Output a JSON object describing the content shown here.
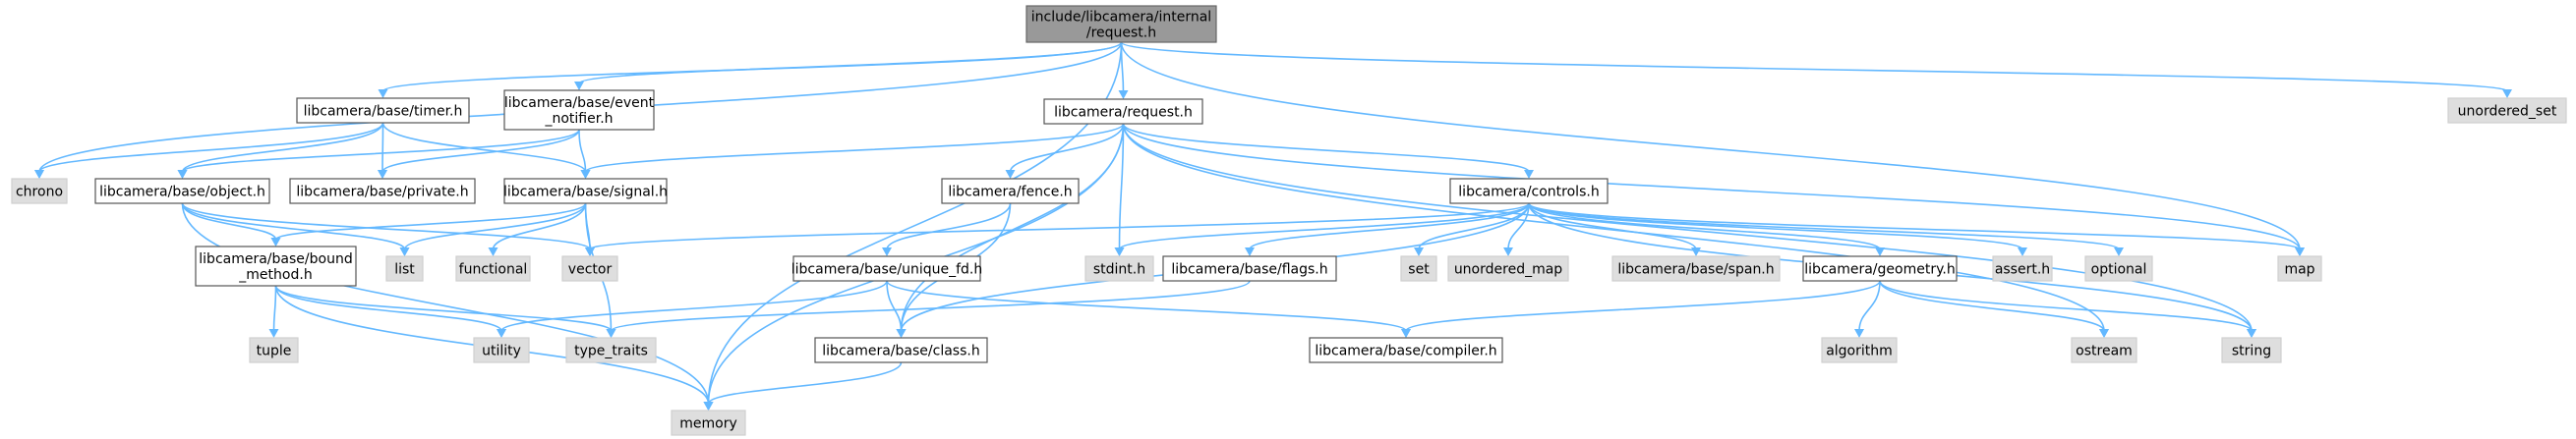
{
  "colors": {
    "edge": "#63b8ff",
    "root_fill": "#999999",
    "local_fill": "#ffffff",
    "system_fill": "#dedede"
  },
  "nodes": [
    {
      "id": "request_internal",
      "kind": "root",
      "lines": [
        "include/libcamera/internal",
        "/request.h"
      ]
    },
    {
      "id": "timer",
      "kind": "local",
      "lines": [
        "libcamera/base/timer.h"
      ]
    },
    {
      "id": "event_notifier",
      "kind": "local",
      "lines": [
        "libcamera/base/event",
        "_notifier.h"
      ]
    },
    {
      "id": "request",
      "kind": "local",
      "lines": [
        "libcamera/request.h"
      ]
    },
    {
      "id": "unordered_set",
      "kind": "system",
      "lines": [
        "unordered_set"
      ]
    },
    {
      "id": "chrono",
      "kind": "system",
      "lines": [
        "chrono"
      ]
    },
    {
      "id": "object",
      "kind": "local",
      "lines": [
        "libcamera/base/object.h"
      ]
    },
    {
      "id": "private",
      "kind": "local",
      "lines": [
        "libcamera/base/private.h"
      ]
    },
    {
      "id": "signal",
      "kind": "local",
      "lines": [
        "libcamera/base/signal.h"
      ]
    },
    {
      "id": "fence",
      "kind": "local",
      "lines": [
        "libcamera/fence.h"
      ]
    },
    {
      "id": "controls",
      "kind": "local",
      "lines": [
        "libcamera/controls.h"
      ]
    },
    {
      "id": "list",
      "kind": "system",
      "lines": [
        "list"
      ]
    },
    {
      "id": "functional",
      "kind": "system",
      "lines": [
        "functional"
      ]
    },
    {
      "id": "vector",
      "kind": "system",
      "lines": [
        "vector"
      ]
    },
    {
      "id": "bound_method",
      "kind": "local",
      "lines": [
        "libcamera/base/bound",
        "_method.h"
      ]
    },
    {
      "id": "unique_fd",
      "kind": "local",
      "lines": [
        "libcamera/base/unique_fd.h"
      ]
    },
    {
      "id": "stdint",
      "kind": "system",
      "lines": [
        "stdint.h"
      ]
    },
    {
      "id": "flags",
      "kind": "local",
      "lines": [
        "libcamera/base/flags.h"
      ]
    },
    {
      "id": "set",
      "kind": "system",
      "lines": [
        "set"
      ]
    },
    {
      "id": "unordered_map",
      "kind": "system",
      "lines": [
        "unordered_map"
      ]
    },
    {
      "id": "span",
      "kind": "system",
      "lines": [
        "libcamera/base/span.h"
      ]
    },
    {
      "id": "geometry",
      "kind": "local",
      "lines": [
        "libcamera/geometry.h"
      ]
    },
    {
      "id": "assert",
      "kind": "system",
      "lines": [
        "assert.h"
      ]
    },
    {
      "id": "optional",
      "kind": "system",
      "lines": [
        "optional"
      ]
    },
    {
      "id": "map",
      "kind": "system",
      "lines": [
        "map"
      ]
    },
    {
      "id": "tuple",
      "kind": "system",
      "lines": [
        "tuple"
      ]
    },
    {
      "id": "utility",
      "kind": "system",
      "lines": [
        "utility"
      ]
    },
    {
      "id": "type_traits",
      "kind": "system",
      "lines": [
        "type_traits"
      ]
    },
    {
      "id": "class",
      "kind": "local",
      "lines": [
        "libcamera/base/class.h"
      ]
    },
    {
      "id": "compiler",
      "kind": "local",
      "lines": [
        "libcamera/base/compiler.h"
      ]
    },
    {
      "id": "algorithm",
      "kind": "system",
      "lines": [
        "algorithm"
      ]
    },
    {
      "id": "ostream",
      "kind": "system",
      "lines": [
        "ostream"
      ]
    },
    {
      "id": "string",
      "kind": "system",
      "lines": [
        "string"
      ]
    },
    {
      "id": "memory",
      "kind": "system",
      "lines": [
        "memory"
      ]
    }
  ],
  "edges": [
    [
      "request_internal",
      "chrono"
    ],
    [
      "request_internal",
      "timer"
    ],
    [
      "request_internal",
      "event_notifier"
    ],
    [
      "request_internal",
      "request"
    ],
    [
      "request_internal",
      "map"
    ],
    [
      "request_internal",
      "memory"
    ],
    [
      "request_internal",
      "unordered_set"
    ],
    [
      "timer",
      "chrono"
    ],
    [
      "timer",
      "object"
    ],
    [
      "timer",
      "private"
    ],
    [
      "timer",
      "signal"
    ],
    [
      "event_notifier",
      "object"
    ],
    [
      "event_notifier",
      "private"
    ],
    [
      "event_notifier",
      "signal"
    ],
    [
      "request",
      "signal"
    ],
    [
      "request",
      "fence"
    ],
    [
      "request",
      "stdint"
    ],
    [
      "request",
      "controls"
    ],
    [
      "request",
      "map"
    ],
    [
      "request",
      "memory"
    ],
    [
      "request",
      "class"
    ],
    [
      "request",
      "ostream"
    ],
    [
      "request",
      "string"
    ],
    [
      "object",
      "list"
    ],
    [
      "object",
      "vector"
    ],
    [
      "object",
      "bound_method"
    ],
    [
      "object",
      "memory"
    ],
    [
      "signal",
      "list"
    ],
    [
      "signal",
      "functional"
    ],
    [
      "signal",
      "vector"
    ],
    [
      "signal",
      "bound_method"
    ],
    [
      "signal",
      "type_traits"
    ],
    [
      "bound_method",
      "tuple"
    ],
    [
      "bound_method",
      "utility"
    ],
    [
      "bound_method",
      "type_traits"
    ],
    [
      "bound_method",
      "memory"
    ],
    [
      "fence",
      "unique_fd"
    ],
    [
      "fence",
      "class"
    ],
    [
      "unique_fd",
      "utility"
    ],
    [
      "unique_fd",
      "class"
    ],
    [
      "unique_fd",
      "compiler"
    ],
    [
      "class",
      "memory"
    ],
    [
      "controls",
      "vector"
    ],
    [
      "controls",
      "stdint"
    ],
    [
      "controls",
      "flags"
    ],
    [
      "controls",
      "set"
    ],
    [
      "controls",
      "unordered_map"
    ],
    [
      "controls",
      "span"
    ],
    [
      "controls",
      "geometry"
    ],
    [
      "controls",
      "assert"
    ],
    [
      "controls",
      "optional"
    ],
    [
      "controls",
      "map"
    ],
    [
      "controls",
      "string"
    ],
    [
      "controls",
      "class"
    ],
    [
      "flags",
      "type_traits"
    ],
    [
      "geometry",
      "algorithm"
    ],
    [
      "geometry",
      "ostream"
    ],
    [
      "geometry",
      "string"
    ],
    [
      "geometry",
      "compiler"
    ]
  ]
}
